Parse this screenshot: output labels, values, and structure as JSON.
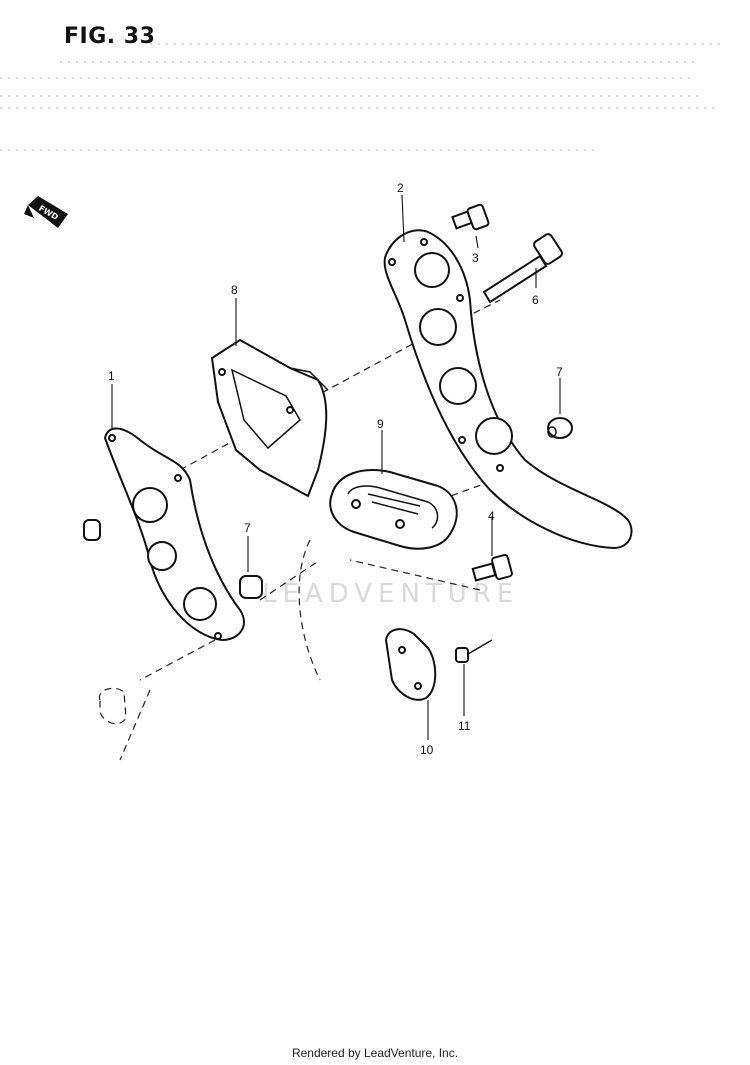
{
  "figure": {
    "title": "FIG. 33"
  },
  "direction_marker": {
    "label": "FWD"
  },
  "watermark": {
    "text": "LEADVENTURE"
  },
  "callouts": [
    {
      "id": "1",
      "label": "1"
    },
    {
      "id": "2",
      "label": "2"
    },
    {
      "id": "3",
      "label": "3"
    },
    {
      "id": "4",
      "label": "4"
    },
    {
      "id": "6",
      "label": "6"
    },
    {
      "id": "7a",
      "label": "7"
    },
    {
      "id": "7b",
      "label": "7"
    },
    {
      "id": "8",
      "label": "8"
    },
    {
      "id": "9",
      "label": "9"
    },
    {
      "id": "10",
      "label": "10"
    },
    {
      "id": "11",
      "label": "11"
    }
  ],
  "footer": {
    "text": "Rendered by LeadVenture, Inc."
  }
}
